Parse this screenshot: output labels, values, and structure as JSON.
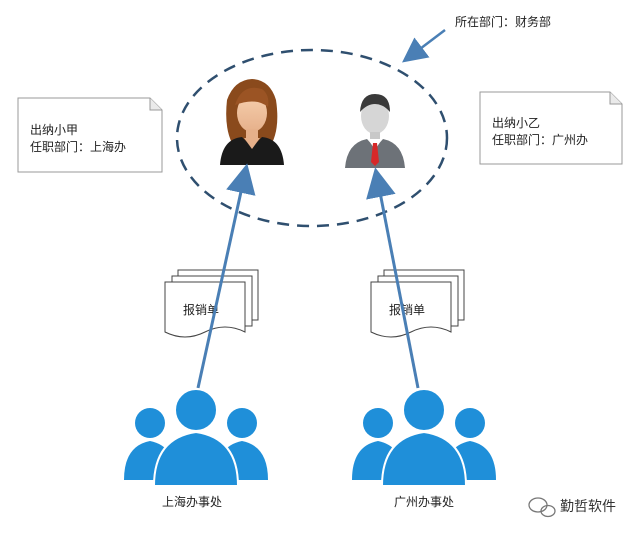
{
  "department_caption": "所在部门：财务部",
  "cashier_a": {
    "name": "出纳小甲",
    "department": "任职部门：上海办"
  },
  "cashier_b": {
    "name": "出纳小乙",
    "department": "任职部门：广州办"
  },
  "doc_left_label": "报销单",
  "doc_right_label": "报销单",
  "office_left": "上海办事处",
  "office_right": "广州办事处",
  "watermark": "勤哲软件",
  "colors": {
    "accent_blue": "#4a7fb5",
    "people_blue": "#1f8fd9",
    "dashed_circle": "#2f4f6f"
  }
}
